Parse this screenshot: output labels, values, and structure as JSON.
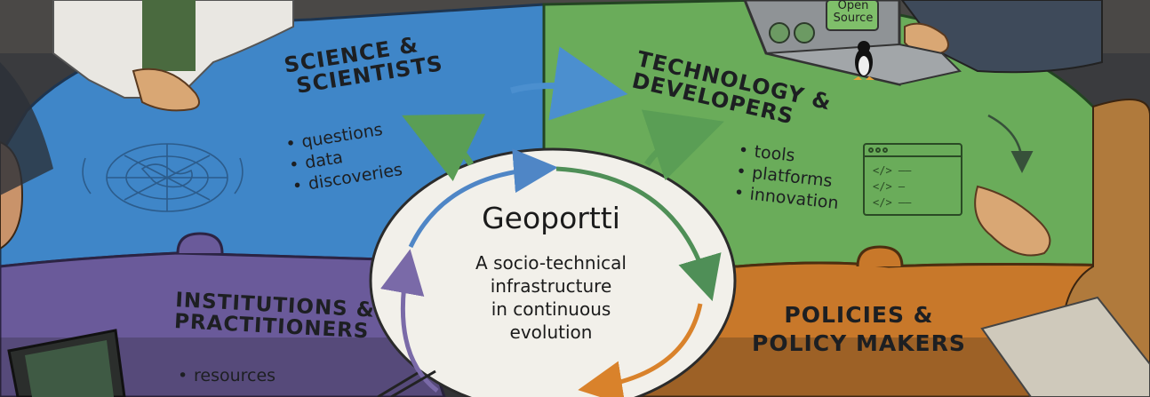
{
  "center": {
    "title": "Geoportti",
    "subtitle_lines": [
      "A socio-technical",
      "infrastructure",
      "in continuous",
      "evolution"
    ]
  },
  "quadrants": {
    "science": {
      "title_lines": [
        "Science &",
        "Scientists"
      ],
      "bullets": [
        "questions",
        "data",
        "discoveries"
      ],
      "color": "#3f86c8"
    },
    "technology": {
      "title_lines": [
        "Technology &",
        "Developers"
      ],
      "bullets": [
        "tools",
        "platforms",
        "innovation"
      ],
      "color": "#6aac5a"
    },
    "institutions": {
      "title_lines": [
        "Institutions &",
        "Practitioners"
      ],
      "bullets": [
        "resources"
      ],
      "color": "#6a5a9a"
    },
    "policies": {
      "title_lines": [
        "Policies &",
        "Policy Makers"
      ],
      "color": "#c8782a"
    }
  },
  "laptop_sticker": {
    "lines": [
      "Open",
      "Source"
    ]
  },
  "icons": [
    "map-sketch-icon",
    "code-window-icon",
    "linux-penguin-icon",
    "laptop-icon"
  ],
  "colors": {
    "cycle_blue": "#4f86c6",
    "cycle_green": "#4f8f57",
    "cycle_orange": "#d9822b",
    "cycle_purple": "#7a6aa8"
  }
}
